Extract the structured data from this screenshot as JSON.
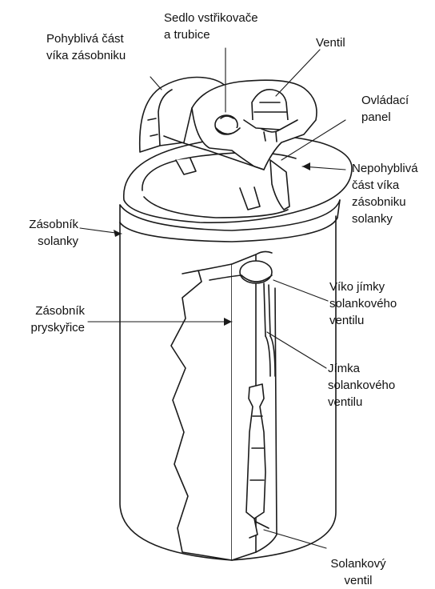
{
  "figure": {
    "labels": {
      "pohybliva_cast": [
        "Pohyblivá část",
        "víka zásobniku"
      ],
      "sedlo": [
        "Sedlo vstřikovače",
        "a trubice"
      ],
      "ventil": [
        "Ventil"
      ],
      "ovladaci_panel": [
        "Ovládací",
        "panel"
      ],
      "nepohybliva_cast": [
        "Nepohyblivá",
        "část víka",
        "zásobniku",
        "solanky"
      ],
      "zasobnik_solanky": [
        "Zásobník",
        "solanky"
      ],
      "zasobnik_pryskyrice": [
        "Zásobník",
        "pryskyřice"
      ],
      "viko_jimky": [
        "Víko jímky",
        "solankového",
        "ventilu"
      ],
      "jimka": [
        "Jímka",
        "solankového",
        "ventilu"
      ],
      "solankovy_ventil": [
        "Solankový",
        "ventil"
      ]
    },
    "line_color": "#1a1a1a"
  }
}
